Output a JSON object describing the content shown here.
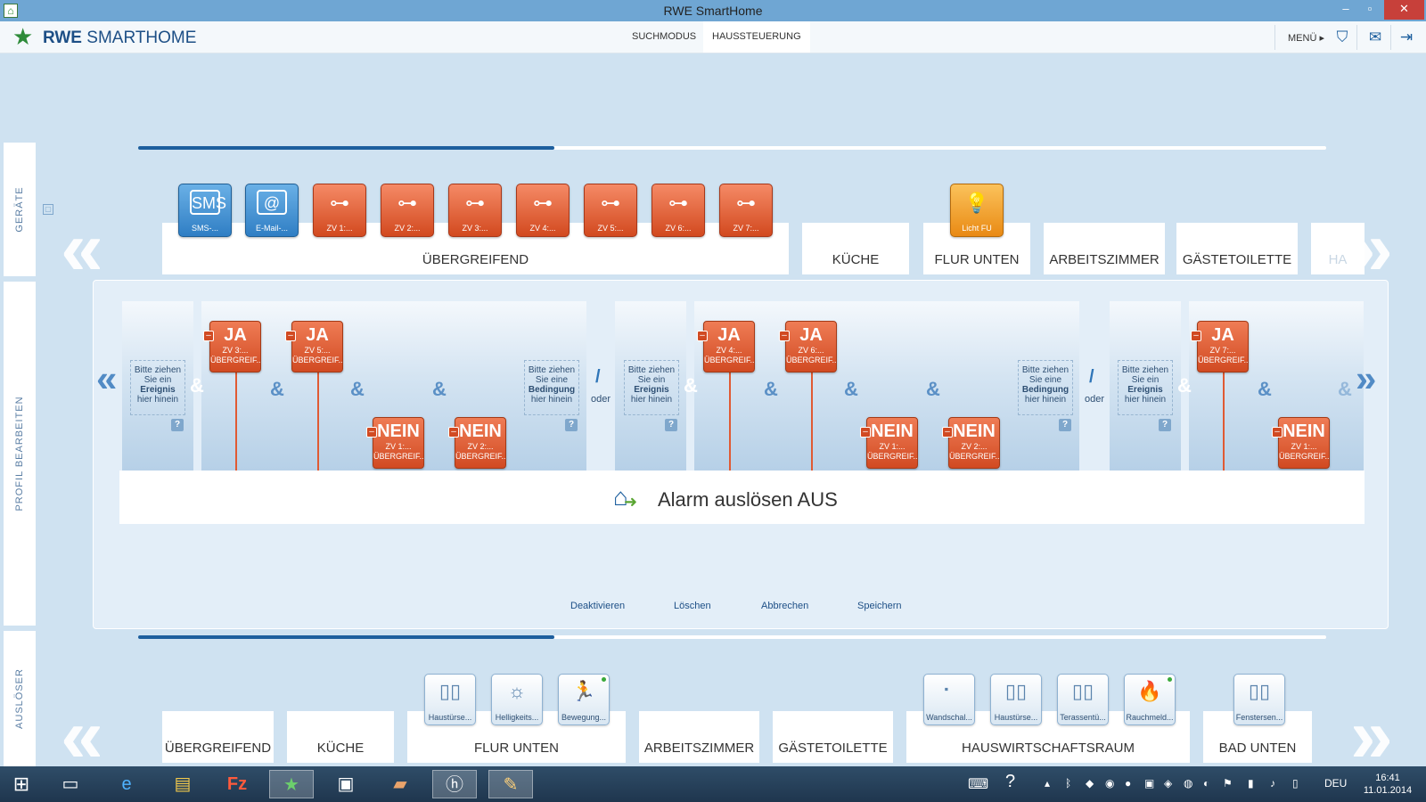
{
  "window": {
    "title": "RWE SmartHome",
    "minimize": "–",
    "maximize": "▫",
    "close": "✕"
  },
  "header": {
    "logo_rwe": "RWE",
    "logo_smarthome": "SMARTHOME",
    "tabs": [
      "SUCHMODUS",
      "HAUSSTEUERUNG"
    ],
    "active_tab": "HAUSSTEUERUNG",
    "menu": "MENÜ",
    "icons": [
      "help-icon",
      "mail-icon",
      "exit-icon"
    ]
  },
  "side_tabs": {
    "devices": "GERÄTE",
    "profile": "PROFIL BEARBEITEN",
    "triggers": "AUSLÖSER"
  },
  "top_progress": {
    "fraction": 0.35
  },
  "bottom_progress": {
    "fraction": 0.35
  },
  "device_tiles": [
    {
      "label": "SMS-...",
      "icon": "sms-icon",
      "glyph": "SMS",
      "color": "blue"
    },
    {
      "label": "E-Mail-...",
      "icon": "email-icon",
      "glyph": "@",
      "color": "blue"
    },
    {
      "label": "ZV 1:...",
      "icon": "key-icon",
      "glyph": "⊶",
      "color": "red"
    },
    {
      "label": "ZV 2:...",
      "icon": "key-icon",
      "glyph": "⊶",
      "color": "red"
    },
    {
      "label": "ZV 3:...",
      "icon": "key-icon",
      "glyph": "⊶",
      "color": "red"
    },
    {
      "label": "ZV 4:...",
      "icon": "key-icon",
      "glyph": "⊶",
      "color": "red"
    },
    {
      "label": "ZV 5:...",
      "icon": "key-icon",
      "glyph": "⊶",
      "color": "red"
    },
    {
      "label": "ZV 6:...",
      "icon": "key-icon",
      "glyph": "⊶",
      "color": "red"
    },
    {
      "label": "ZV 7:...",
      "icon": "key-icon",
      "glyph": "⊶",
      "color": "red"
    },
    {
      "label": "Licht FU",
      "icon": "lightbulb-icon",
      "glyph": "💡",
      "color": "orange"
    }
  ],
  "device_rooms": [
    "ÜBERGREIFEND",
    "KÜCHE",
    "FLUR UNTEN",
    "ARBEITSZIMMER",
    "GÄSTETOILETTE",
    "HA"
  ],
  "profile": {
    "dropzone_event": [
      "Bitte ziehen",
      "Sie ein",
      "Ereignis",
      "hier hinein"
    ],
    "dropzone_condition": [
      "Bitte ziehen",
      "Sie eine",
      "Bedingung",
      "hier hinein"
    ],
    "help": "?",
    "and": "&",
    "or": "oder",
    "slash": "/",
    "conditions": [
      {
        "state": "JA",
        "line1": "ZV 3:...",
        "line2": "ÜBERGREIF..."
      },
      {
        "state": "JA",
        "line1": "ZV 5:...",
        "line2": "ÜBERGREIF..."
      },
      {
        "state": "NEIN",
        "line1": "ZV 1:...",
        "line2": "ÜBERGREIF..."
      },
      {
        "state": "NEIN",
        "line1": "ZV 2:...",
        "line2": "ÜBERGREIF..."
      },
      {
        "state": "JA",
        "line1": "ZV 4:...",
        "line2": "ÜBERGREIF..."
      },
      {
        "state": "JA",
        "line1": "ZV 6:...",
        "line2": "ÜBERGREIF..."
      },
      {
        "state": "NEIN",
        "line1": "ZV 1:...",
        "line2": "ÜBERGREIF..."
      },
      {
        "state": "NEIN",
        "line1": "ZV 2:...",
        "line2": "ÜBERGREIF..."
      },
      {
        "state": "JA",
        "line1": "ZV 7:...",
        "line2": "ÜBERGREIF..."
      },
      {
        "state": "NEIN",
        "line1": "ZV 1:...",
        "line2": "ÜBERGREIF..."
      }
    ],
    "action_title": "Alarm auslösen AUS",
    "buttons": {
      "deactivate": "Deaktivieren",
      "delete": "Löschen",
      "cancel": "Abbrechen",
      "save": "Speichern"
    }
  },
  "trigger_tiles": [
    {
      "label": "Haustürse...",
      "icon": "door-sensor-icon",
      "glyph": "▯▯"
    },
    {
      "label": "Helligkeits...",
      "icon": "brightness-sensor-icon",
      "glyph": "☼"
    },
    {
      "label": "Bewegung...",
      "icon": "motion-sensor-icon",
      "glyph": "🏃"
    },
    {
      "label": "Wandschal...",
      "icon": "wall-switch-icon",
      "glyph": "⠂"
    },
    {
      "label": "Haustürse...",
      "icon": "door-sensor-icon",
      "glyph": "▯▯"
    },
    {
      "label": "Terassentü...",
      "icon": "door-sensor-icon",
      "glyph": "▯▯"
    },
    {
      "label": "Rauchmeld...",
      "icon": "smoke-detector-icon",
      "glyph": "🔥"
    },
    {
      "label": "Fenstersen...",
      "icon": "window-sensor-icon",
      "glyph": "▯▯"
    }
  ],
  "trigger_rooms": [
    "ÜBERGREIFEND",
    "KÜCHE",
    "FLUR UNTEN",
    "ARBEITSZIMMER",
    "GÄSTETOILETTE",
    "HAUSWIRTSCHAFTSRAUM",
    "BAD UNTEN"
  ],
  "taskbar": {
    "apps": [
      "start-icon",
      "cmd-icon",
      "ie-icon",
      "explorer-icon",
      "filezilla-icon",
      "smarthome-icon",
      "wintv-icon",
      "app-icon",
      "hp-icon",
      "paint-icon"
    ],
    "language": "DEU",
    "time": "16:41",
    "date": "11.01.2014"
  }
}
